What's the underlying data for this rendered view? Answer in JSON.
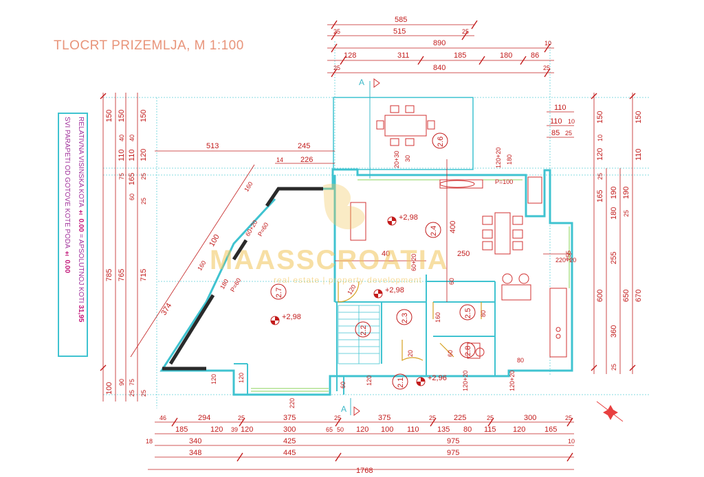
{
  "title": "TLOCRT PRIZEMLJA, M 1:100",
  "note": {
    "line1_text": "RELATIVNA VISINSKA KOTA",
    "line1_val1": "± 0.00",
    "line1_mid": "= APSOLUTNOJ KOTI",
    "line1_val2": "31,95",
    "line2_text": "SVI PARAPETI OD GOTOVE KOTE PODA",
    "line2_val": "± 0.00"
  },
  "watermark": {
    "brand": "MAASSCROATIA",
    "tagline": "real estate | property development"
  },
  "section_marks": [
    "A",
    "A"
  ],
  "colors": {
    "dim": "#c21b1b",
    "wall": "#3fc3d0",
    "title": "#e8947a",
    "note": "#a0309a"
  },
  "top_dims": {
    "row1": [
      "585"
    ],
    "row2": [
      "25",
      "515",
      "25"
    ],
    "row3": [
      "890",
      "10"
    ],
    "row4": [
      "128",
      "311",
      "185",
      "180",
      "86"
    ],
    "row5": [
      "25",
      "840",
      "25"
    ]
  },
  "bottom_dims": {
    "row1": [
      "46",
      "294",
      "25",
      "375",
      "25",
      "375",
      "25",
      "225",
      "25",
      "300",
      "25"
    ],
    "row2": [
      "185",
      "120",
      "39",
      "120",
      "300",
      "65",
      "50",
      "120",
      "100",
      "110",
      "135",
      "80",
      "115",
      "120",
      "165"
    ],
    "row3": [
      "18",
      "340",
      "425",
      "975",
      "10"
    ],
    "row4": [
      "348",
      "445",
      "975"
    ],
    "row5": [
      "1768"
    ]
  },
  "left_dims": {
    "col1": [
      "150",
      "785",
      "100"
    ],
    "col2": [
      "150",
      "40",
      "110",
      "75",
      "765",
      "90"
    ],
    "col3": [
      "40",
      "110",
      "165",
      "60",
      "75",
      "25"
    ],
    "col4": [
      "150",
      "120",
      "25",
      "25",
      "715",
      "25"
    ],
    "upper": [
      "513",
      "245",
      "226",
      "14"
    ]
  },
  "right_dims": {
    "col1": [
      "150",
      "10",
      "120",
      "25",
      "165",
      "600"
    ],
    "col2": [
      "190",
      "180",
      "255",
      "360",
      "25"
    ],
    "col3": [
      "150",
      "110",
      "190",
      "650",
      "25"
    ],
    "col4": [
      "670"
    ],
    "top": [
      "110",
      "110",
      "10",
      "85",
      "25"
    ]
  },
  "rooms": [
    "2.6",
    "2.4",
    "2.7",
    "2.2",
    "2.3",
    "2.5",
    "2.1",
    "2.8"
  ],
  "levels": [
    "+2,98",
    "+2,98",
    "+2,98",
    "+2,96"
  ],
  "openings": [
    "120+20",
    "180",
    "P=100",
    "20+30",
    "30",
    "60+20",
    "P=60",
    "180",
    "P=60",
    "100",
    "400",
    "250",
    "40",
    "255",
    "220+20",
    "60+20",
    "60",
    "160",
    "80",
    "20",
    "120",
    "220",
    "120",
    "120",
    "60",
    "80",
    "120+20",
    "120+20",
    "60"
  ],
  "diag_dims": [
    "374",
    "160",
    "160",
    "120"
  ]
}
